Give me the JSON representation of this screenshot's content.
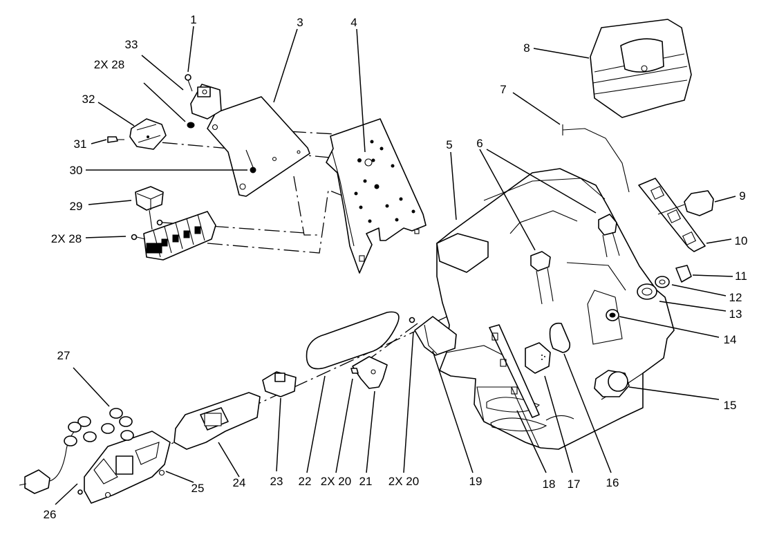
{
  "callouts": {
    "c1": "1",
    "c2": "3",
    "c3": "4",
    "c4": "33",
    "c5": "2X 28",
    "c6": "32",
    "c7": "31",
    "c8": "30",
    "c9": "29",
    "c10": "2X 28",
    "c11": "8",
    "c12": "7",
    "c13": "5",
    "c14": "6",
    "c15": "9",
    "c16": "10",
    "c17": "11",
    "c18": "12",
    "c19": "13",
    "c20": "14",
    "c21": "15",
    "c22": "27",
    "c23": "25",
    "c24": "26",
    "c25": "24",
    "c26": "23",
    "c27": "22",
    "c28": "2X 20",
    "c29": "21",
    "c30": "2X 20",
    "c31": "19",
    "c32": "18",
    "c33": "17",
    "c34": "16"
  }
}
